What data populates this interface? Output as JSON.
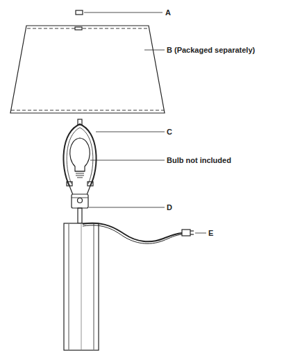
{
  "diagram": {
    "labels": [
      "A",
      "B (Packaged separately)",
      "C",
      "Bulb not included",
      "D",
      "E"
    ]
  }
}
